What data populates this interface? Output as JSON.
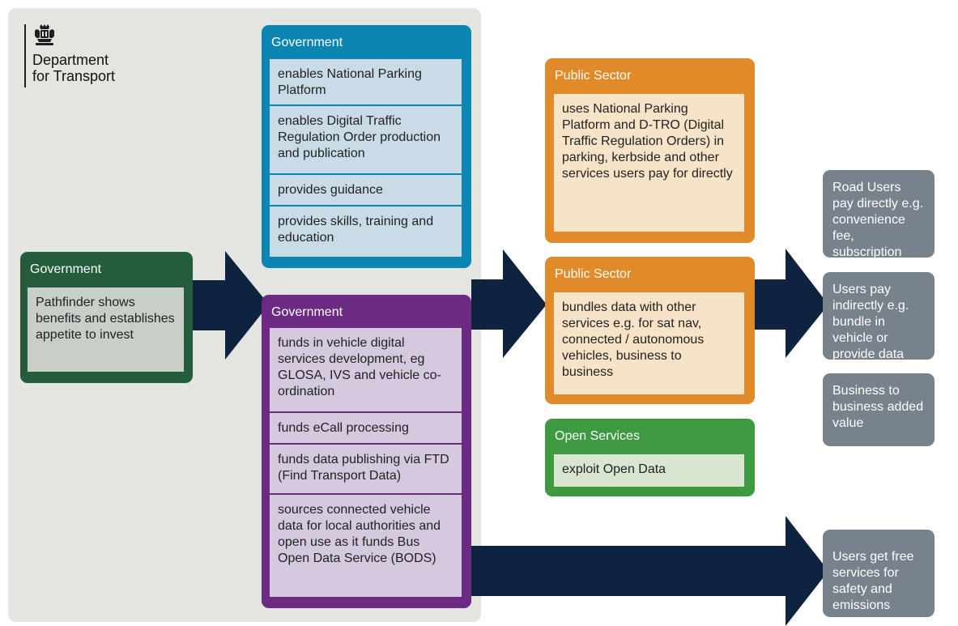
{
  "logo": {
    "line1": "Department",
    "line2": "for Transport"
  },
  "boxes": {
    "gov_pathfinder": {
      "title": "Government",
      "items": [
        "Pathfinder shows benefits and establishes appetite to invest"
      ]
    },
    "gov_blue": {
      "title": "Government",
      "items": [
        "enables National Parking Platform",
        "enables Digital Traffic Regulation Order production and publication",
        "provides guidance",
        "provides skills, training and education"
      ]
    },
    "gov_purple": {
      "title": "Government",
      "items": [
        "funds in vehicle digital services development, eg GLOSA, IVS and vehicle co-ordination",
        "funds eCall processing",
        "funds data publishing via FTD (Find Transport Data)",
        "sources connected vehicle data for local authorities and open use as it funds Bus Open Data Service (BODS)"
      ]
    },
    "public_sector_1": {
      "title": "Public Sector",
      "items": [
        "uses National Parking Platform and D-TRO (Digital Traffic Regulation Orders) in parking, kerbside and other services users pay for directly"
      ]
    },
    "public_sector_2": {
      "title": "Public Sector",
      "items": [
        "bundles data with other services e.g. for sat nav, connected / autonomous vehicles, business to business"
      ]
    },
    "open_services": {
      "title": "Open Services",
      "items": [
        "exploit Open Data"
      ]
    }
  },
  "outcomes": [
    "Road Users pay directly e.g. convenience fee, subscription",
    "Users pay indirectly e.g. bundle in vehicle or provide data",
    "Business to business added value",
    "Users get free services for safety and emissions"
  ],
  "colors": {
    "panel": "#e4e4e1",
    "arrow": "#0e2340",
    "green": "#255d3c",
    "green_cell": "#c9cfc8",
    "blue": "#0b86b3",
    "blue_cell": "#c9dbe6",
    "purple": "#6c2a82",
    "purple_cell": "#d4c9df",
    "orange": "#e08a2a",
    "orange_cell": "#f7e3c7",
    "open_green": "#3d9a40",
    "open_cell": "#d8e6cf",
    "outcome": "#77828c"
  },
  "icons": [
    "royal-crest-icon"
  ]
}
